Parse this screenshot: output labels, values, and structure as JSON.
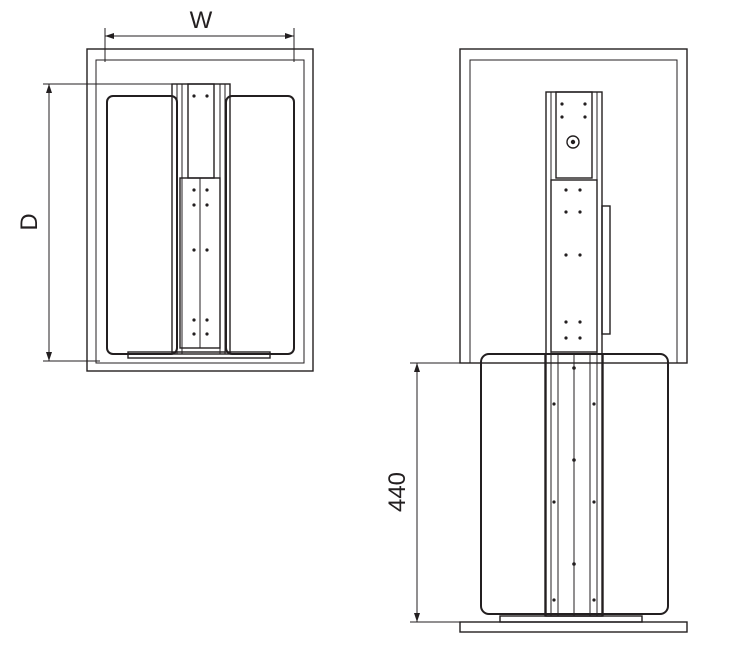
{
  "diagram": {
    "top_view": {
      "width_label": "W",
      "depth_label": "D"
    },
    "side_view": {
      "height_label": "440"
    },
    "colors": {
      "line": "#231f20",
      "background": "#ffffff"
    }
  }
}
